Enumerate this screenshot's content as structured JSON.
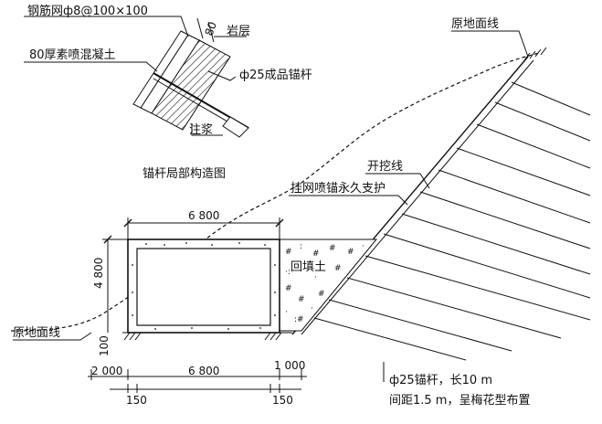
{
  "detail": {
    "title": "锚杆局部构造图",
    "mesh_label": "钢筋网ф8@100×100",
    "shotcrete_label": "80厚素喷混凝土",
    "spacing_label": "80",
    "rock_label": "岩层",
    "anchor_label": "ф25成品锚杆",
    "grout_label": "注浆"
  },
  "section": {
    "ground_line_right": "原地面线",
    "ground_line_left": "原地面线",
    "excavation_line": "开挖线",
    "support_label": "挂网喷锚永久支护",
    "backfill_label": "回填土",
    "anchor_spec_1": "ф25锚杆，长10 m",
    "anchor_spec_2": "间距1.5 m，呈梅花型布置"
  },
  "dimensions": {
    "top_width": "6 800",
    "height": "4 800",
    "base_thickness": "100",
    "bottom_left": "2 000",
    "bottom_mid": "6 800",
    "bottom_right": "1 000",
    "wall_left": "150",
    "wall_right": "150"
  }
}
